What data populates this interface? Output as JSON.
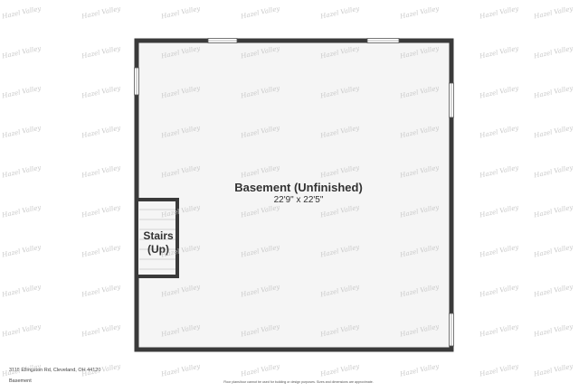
{
  "brand": {
    "watermark_text": "Hazel Valley"
  },
  "room": {
    "name": "Basement (Unfinished)",
    "dimensions": "22'9\" x 22'5\""
  },
  "stairs": {
    "label_line1": "Stairs",
    "label_line2": "(Up)"
  },
  "footer": {
    "address": "3118 Ellingston Rd, Cleveland, OH 44120",
    "level": "Basement",
    "disclaimer": "Floor plans/tour cannot be used for building or design purposes. Sizes and dimensions are approximate."
  },
  "colors": {
    "wall": "#3a3a3a",
    "floor": "#f5f5f5",
    "window": "#ffffff",
    "watermark": "#c9c9c9"
  }
}
